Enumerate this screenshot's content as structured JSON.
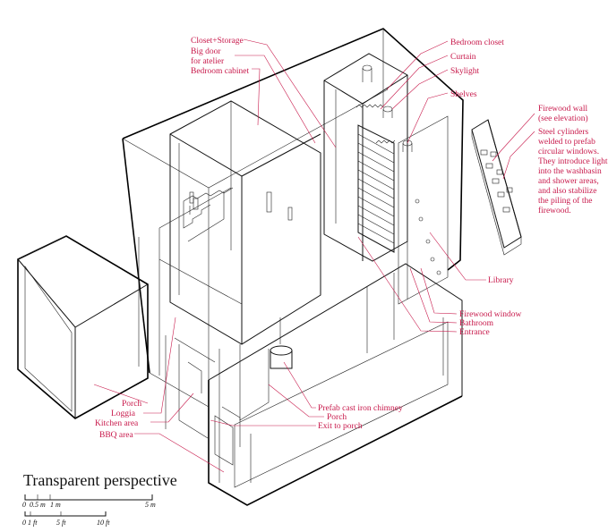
{
  "title": "Transparent perspective",
  "colors": {
    "label": "#c8194b",
    "line": "#222222"
  },
  "labels": {
    "closet_storage": "Closet+Storage",
    "big_door_1": "Big door",
    "big_door_2": "for atelier",
    "bedroom_cabinet": "Bedroom cabinet",
    "bedroom_closet": "Bedroom closet",
    "curtain": "Curtain",
    "skylight": "Skylight",
    "shelves": "Shelves",
    "firewood_wall_1": "Firewood wall",
    "firewood_wall_2": "(see elevation)",
    "steel_1": "Steel cylinders",
    "steel_2": "welded to prefab",
    "steel_3": "circular windows.",
    "steel_4": "They introduce light",
    "steel_5": "into the washbasin",
    "steel_6": "and shower areas,",
    "steel_7": "and also stabilize",
    "steel_8": "the piling of the",
    "steel_9": "firewood.",
    "library": "Library",
    "firewood_window": "Firewood window",
    "bathroom": "Bathroom",
    "entrance": "Entrance",
    "porch_left": "Porch",
    "loggia": "Loggia",
    "kitchen_area": "Kitchen area",
    "bbq_area": "BBQ area",
    "chimney": "Prefab cast iron chimney",
    "porch_center": "Porch",
    "exit_to_porch": "Exit to porch"
  },
  "scale": {
    "metric": [
      "0",
      "0.5 m",
      "1 m",
      "5 m"
    ],
    "imperial": [
      "0 1 ft",
      "5 ft",
      "10 ft"
    ]
  }
}
